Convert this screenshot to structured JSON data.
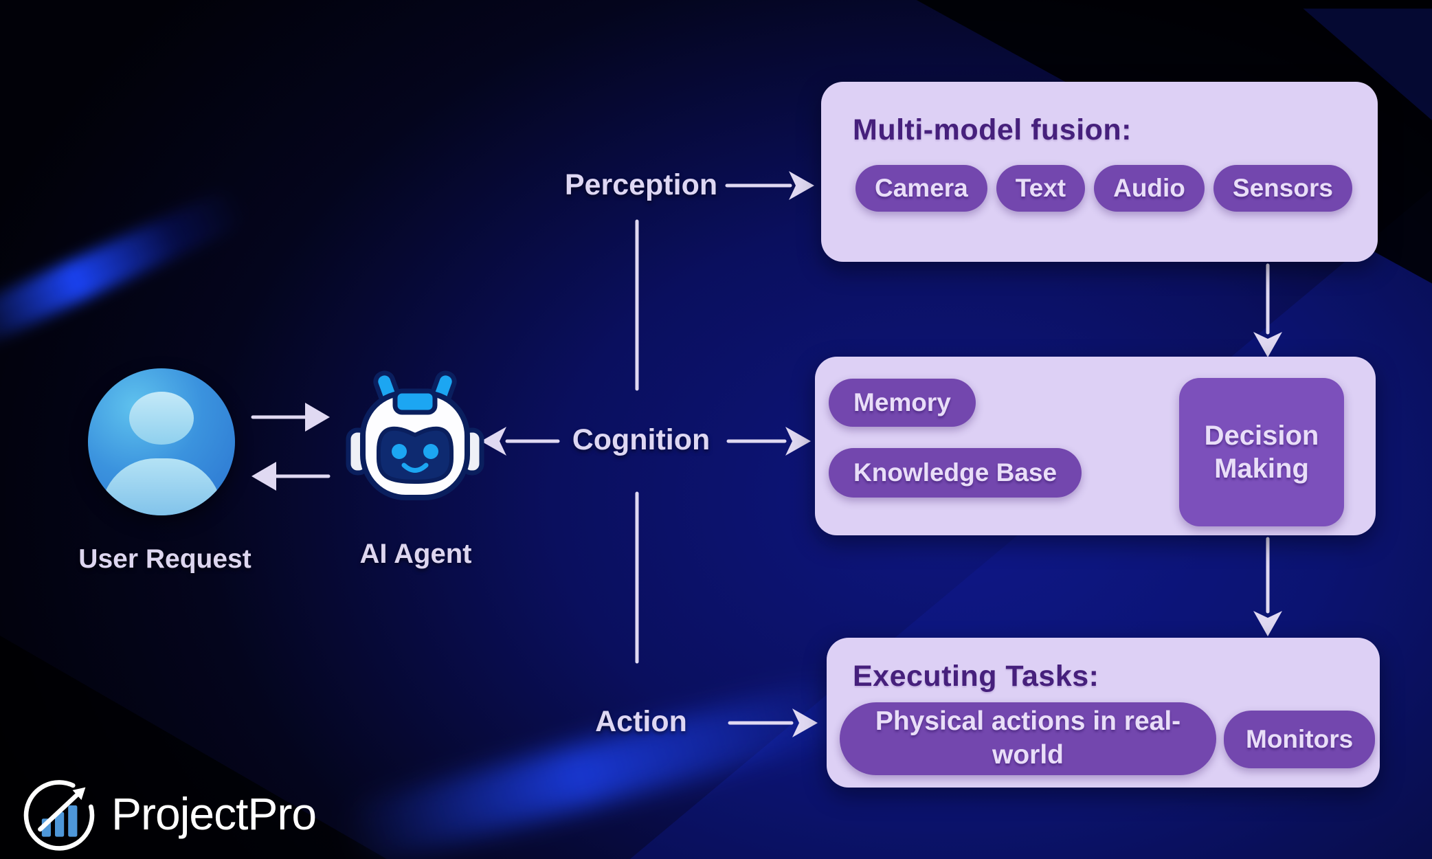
{
  "actors": {
    "user_label": "User Request",
    "agent_label": "AI Agent"
  },
  "stages": {
    "perception": "Perception",
    "cognition": "Cognition",
    "action": "Action"
  },
  "perception_panel": {
    "title": "Multi-model fusion:",
    "pills": [
      "Camera",
      "Text",
      "Audio",
      "Sensors"
    ]
  },
  "cognition_panel": {
    "memory": "Memory",
    "knowledge_base": "Knowledge Base",
    "decision": "Decision Making"
  },
  "action_panel": {
    "title": "Executing Tasks:",
    "pills": [
      "Physical actions in real-world",
      "Monitors"
    ]
  },
  "logo": {
    "text": "ProjectPro"
  },
  "icons": {
    "user": "user-avatar-icon",
    "agent": "robot-head-icon",
    "logo": "growth-chart-circle-icon"
  },
  "colors": {
    "panel_bg": "#ddd0f5",
    "pill_bg": "#7347ae",
    "decision_bg": "#7c50bb",
    "pill_text": "#e9def8",
    "panel_title": "#46207c",
    "light_arrow": "#e0d9f2",
    "purple_arrow": "#6a3da3",
    "background_blue": "#0c1272",
    "accent_blue": "#1ca6f2"
  }
}
